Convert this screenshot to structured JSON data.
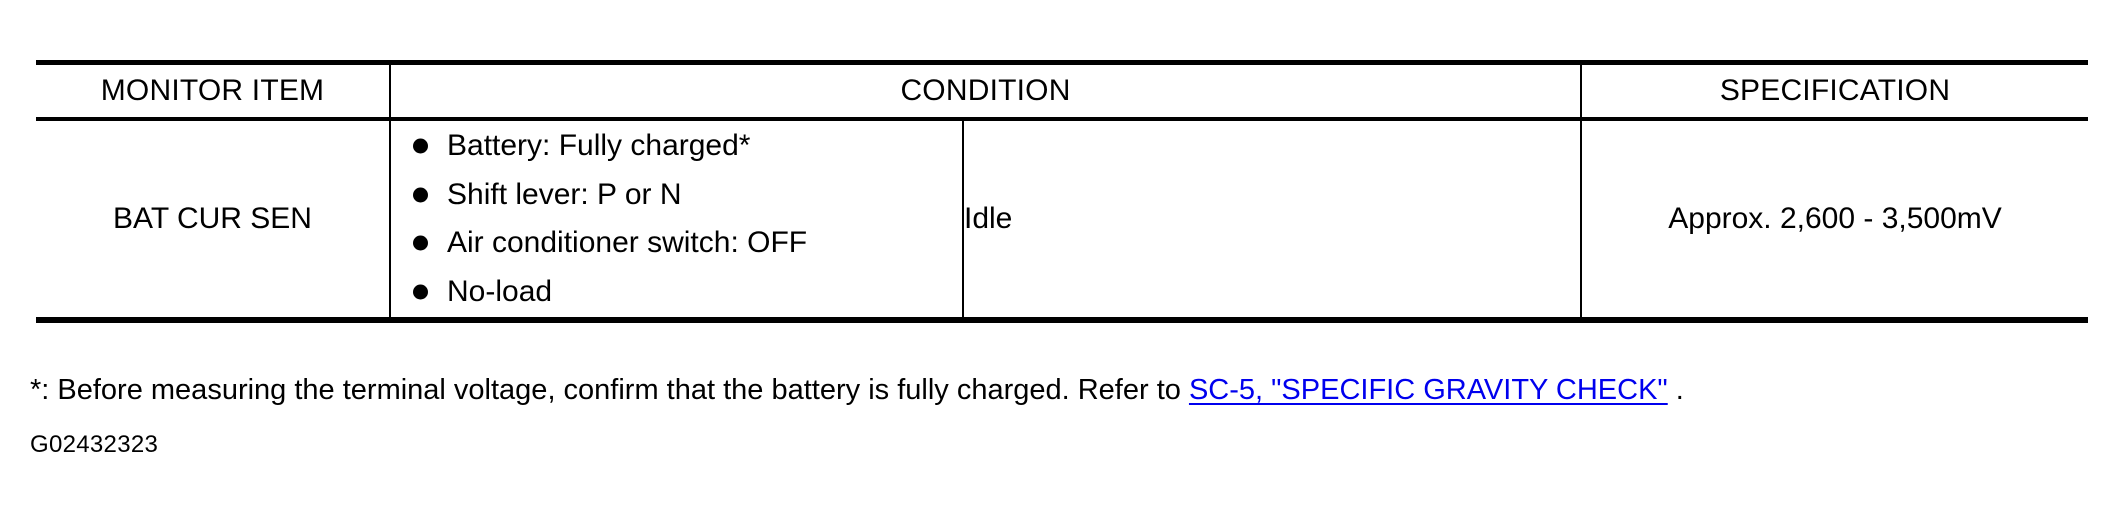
{
  "table": {
    "headers": {
      "monitor_item": "MONITOR ITEM",
      "condition": "CONDITION",
      "specification": "SPECIFICATION"
    },
    "rows": [
      {
        "monitor_item": "BAT CUR SEN",
        "condition_bullets": [
          "Battery: Fully charged*",
          "Shift lever: P or N",
          "Air conditioner switch: OFF",
          "No-load"
        ],
        "condition_state": "Idle",
        "specification": "Approx. 2,600 - 3,500mV"
      }
    ]
  },
  "footnote": {
    "prefix": "*: Before measuring the terminal voltage, confirm that the battery is fully charged. Refer to ",
    "link_text": "SC-5, \"SPECIFIC GRAVITY CHECK\"",
    "suffix": "."
  },
  "figure_id": "G02432323",
  "colors": {
    "text": "#000000",
    "background": "#ffffff",
    "rule": "#000000"
  }
}
